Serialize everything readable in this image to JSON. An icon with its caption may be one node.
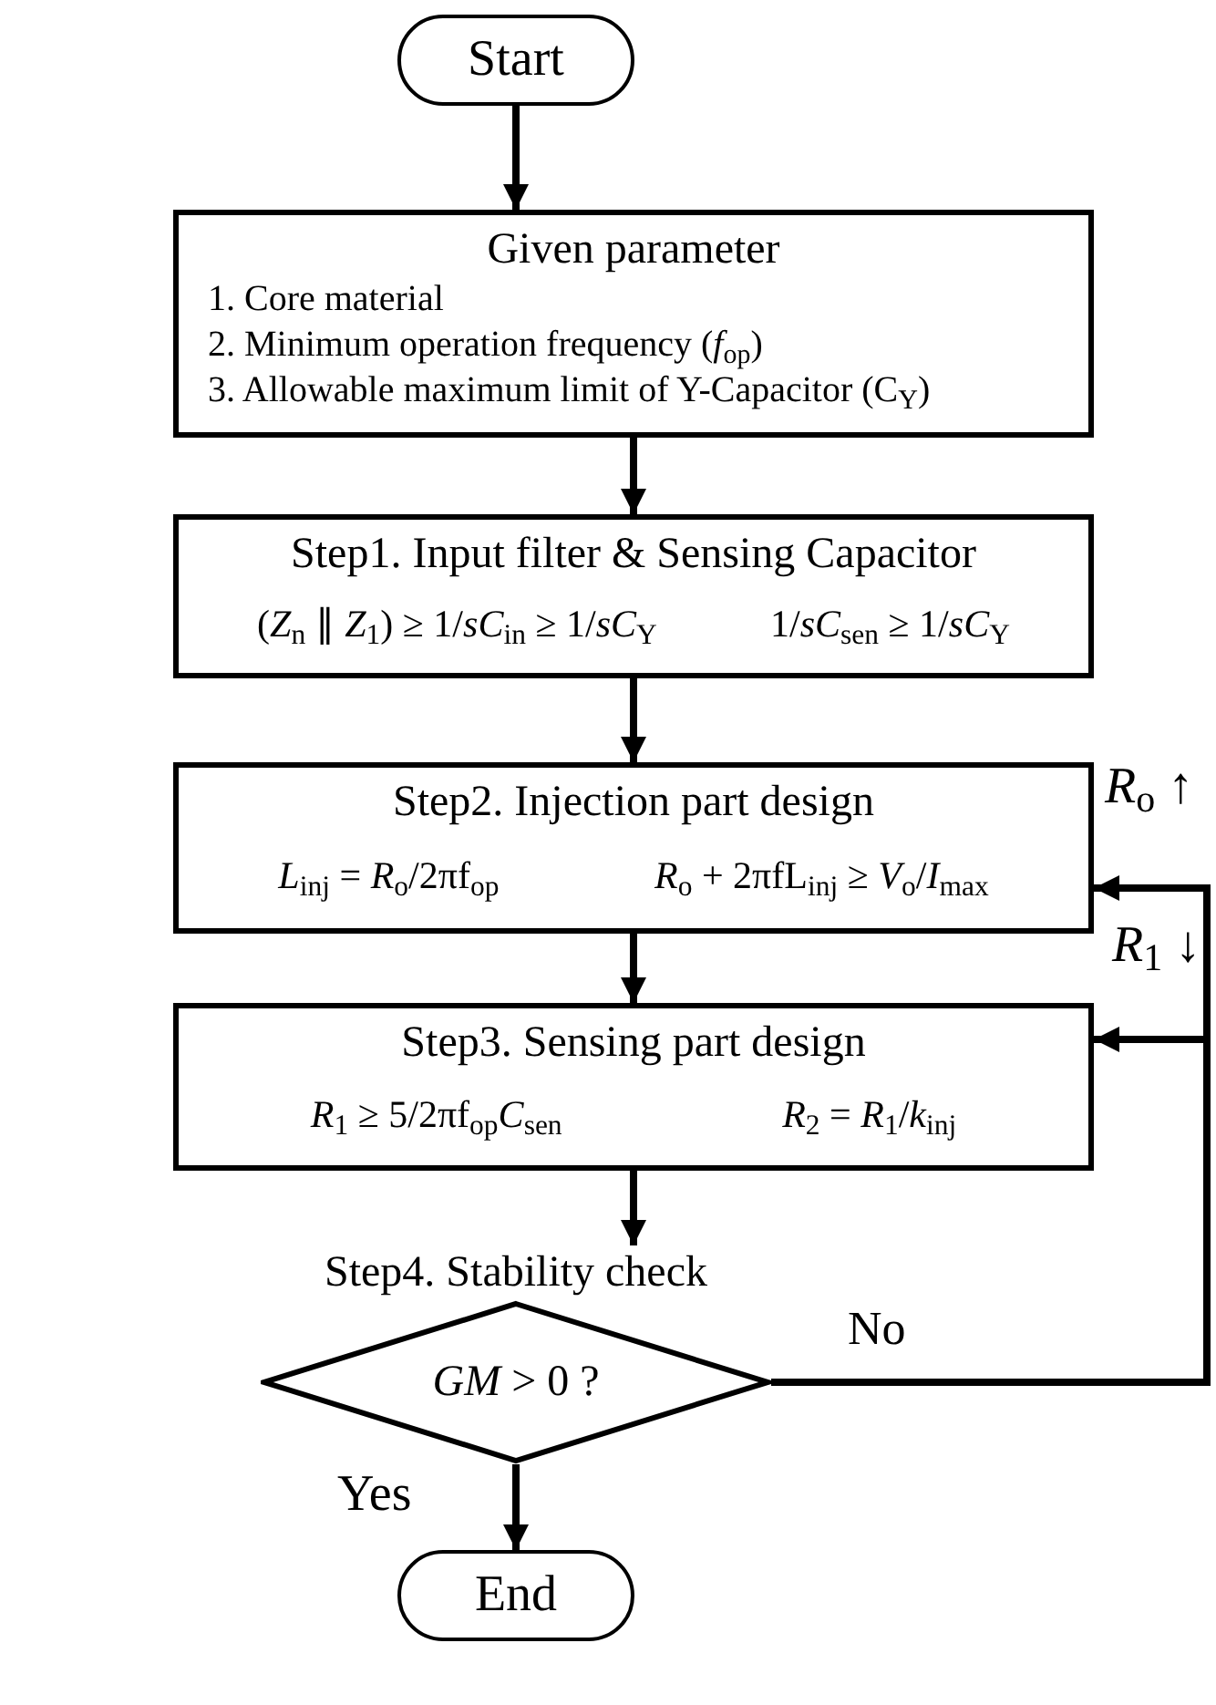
{
  "diagram": {
    "nodes": [
      {
        "text": [
          "Start"
        ]
      },
      {
        "text": [
          "Given parameter",
          "1. Core material",
          "2. Minimum operation frequency (*f*$_{op}$)",
          "3. Allowable maximum limit of Y-Capacitor (C$_{Y}$)"
        ]
      },
      {
        "text": [
          "Step1. Input filter & Sensing Capacitor",
          "(*Z*$_{n}$ ∥ *Z*$_{1}$) ≥ 1/*sC*$_{in}$ ≥ 1/*sC*$_{Y}$",
          "1/*sC*$_{sen}$ ≥ 1/*sC*$_{Y}$"
        ]
      },
      {
        "text": [
          "Step2. Injection part design",
          "*L*$_{inj}$ = *R*$_{o}$/2πf$_{op}$",
          "*R*$_{o}$ + 2πfL$_{inj}$ ≥ *V*$_{o}$/*I*$_{max}$"
        ]
      },
      {
        "text": [
          "Step3. Sensing part design",
          "*R*$_{1}$ ≥ 5/2πf$_{op}$*C*$_{sen}$",
          "*R*$_{2}$ = *R*$_{1}$/*k*$_{inj}$"
        ]
      },
      {
        "text": [
          "Step4. Stability check",
          "*GM* > 0 ?"
        ]
      },
      {
        "text": [
          "End"
        ]
      }
    ],
    "edges": [
      {
        "from": 0,
        "to": 1,
        "arrow": "to"
      },
      {
        "from": 1,
        "to": 2,
        "arrow": "to"
      },
      {
        "from": 2,
        "to": 3,
        "arrow": "to"
      },
      {
        "from": 3,
        "to": 4,
        "arrow": "to"
      },
      {
        "from": 4,
        "to": 5,
        "arrow": "to"
      },
      {
        "from": 5,
        "to": 6,
        "arrow": "to",
        "label": "Yes"
      },
      {
        "from": 5,
        "to": 3,
        "arrow": "to",
        "label": "*R*$_{o}$ ↑"
      },
      {
        "from": 5,
        "to": 4,
        "arrow": "to",
        "label": "*R*$_{1}$ ↓"
      }
    ],
    "labels": [
      "No"
    ]
  }
}
